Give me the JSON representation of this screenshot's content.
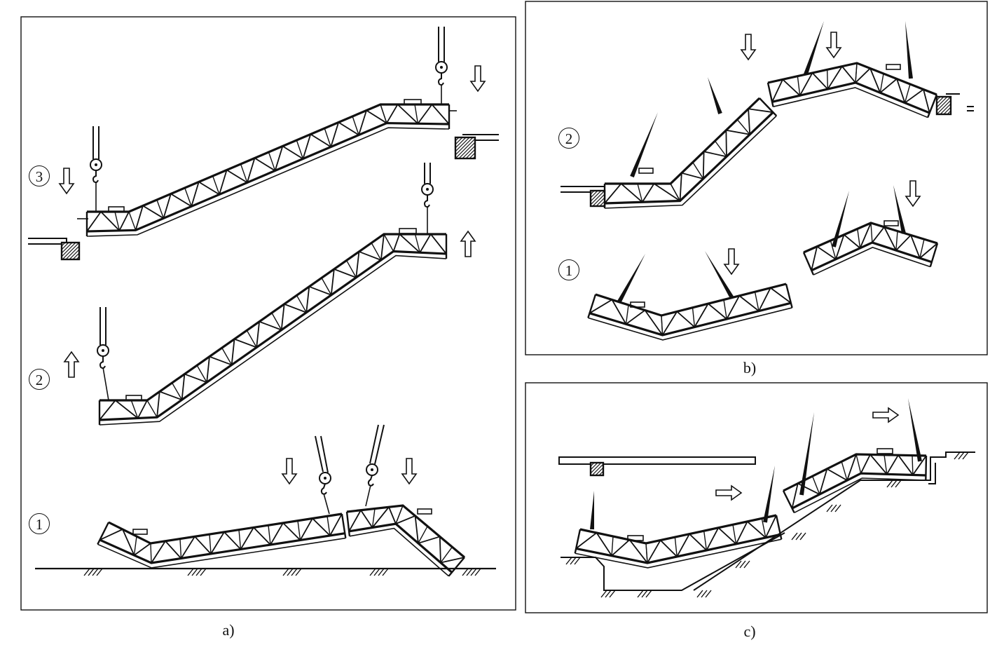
{
  "panels": [
    {
      "id": "a",
      "caption": "a)"
    },
    {
      "id": "b",
      "caption": "b)"
    },
    {
      "id": "c",
      "caption": "c)"
    }
  ],
  "step_labels": {
    "one": "1",
    "two": "2",
    "three": "3"
  },
  "colors": {
    "line": "#111111",
    "background": "#ffffff"
  },
  "icons": [
    "arrow-down-icon",
    "arrow-up-icon",
    "arrow-right-icon",
    "crane-hook-icon",
    "guy-pole-icon",
    "ground-hatch-icon"
  ]
}
